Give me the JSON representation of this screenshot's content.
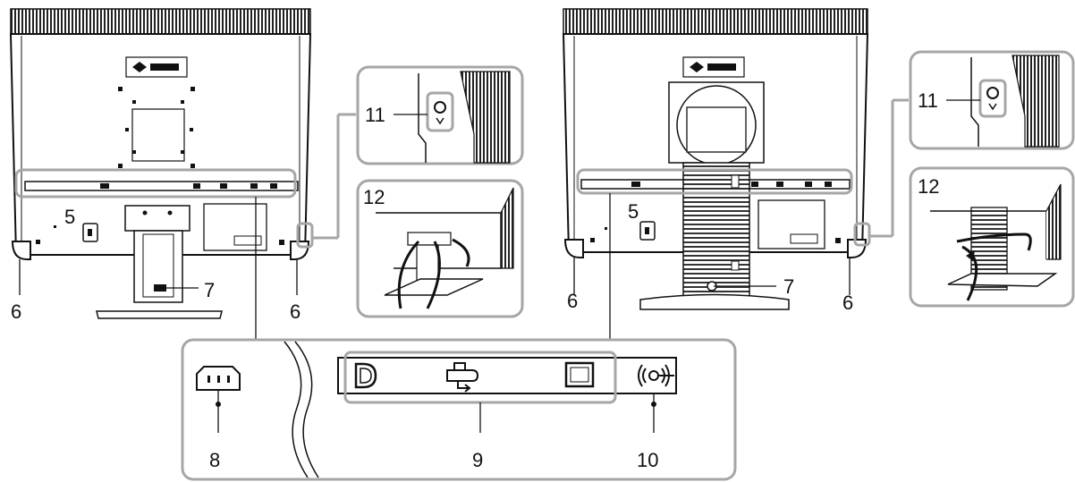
{
  "callouts": {
    "l5": "5",
    "l6a": "6",
    "l6b": "6",
    "l7": "7",
    "l11": "11",
    "l12": "12",
    "r5": "5",
    "r6a": "6",
    "r6b": "6",
    "r7": "7",
    "r11": "11",
    "r12": "12",
    "c8": "8",
    "c9": "9",
    "c10": "10"
  },
  "icons": {
    "power": "power-inlet-icon",
    "displayport": "displayport-icon",
    "dvi": "dvi-icon",
    "vga": "dsub-icon",
    "audio": "audio-input-icon",
    "logo": "eizo-logo-icon",
    "security": "security-slot-icon"
  },
  "colors": {
    "line": "#111111",
    "frame": "#a6a6a6",
    "detail": "#6b6b6b"
  }
}
